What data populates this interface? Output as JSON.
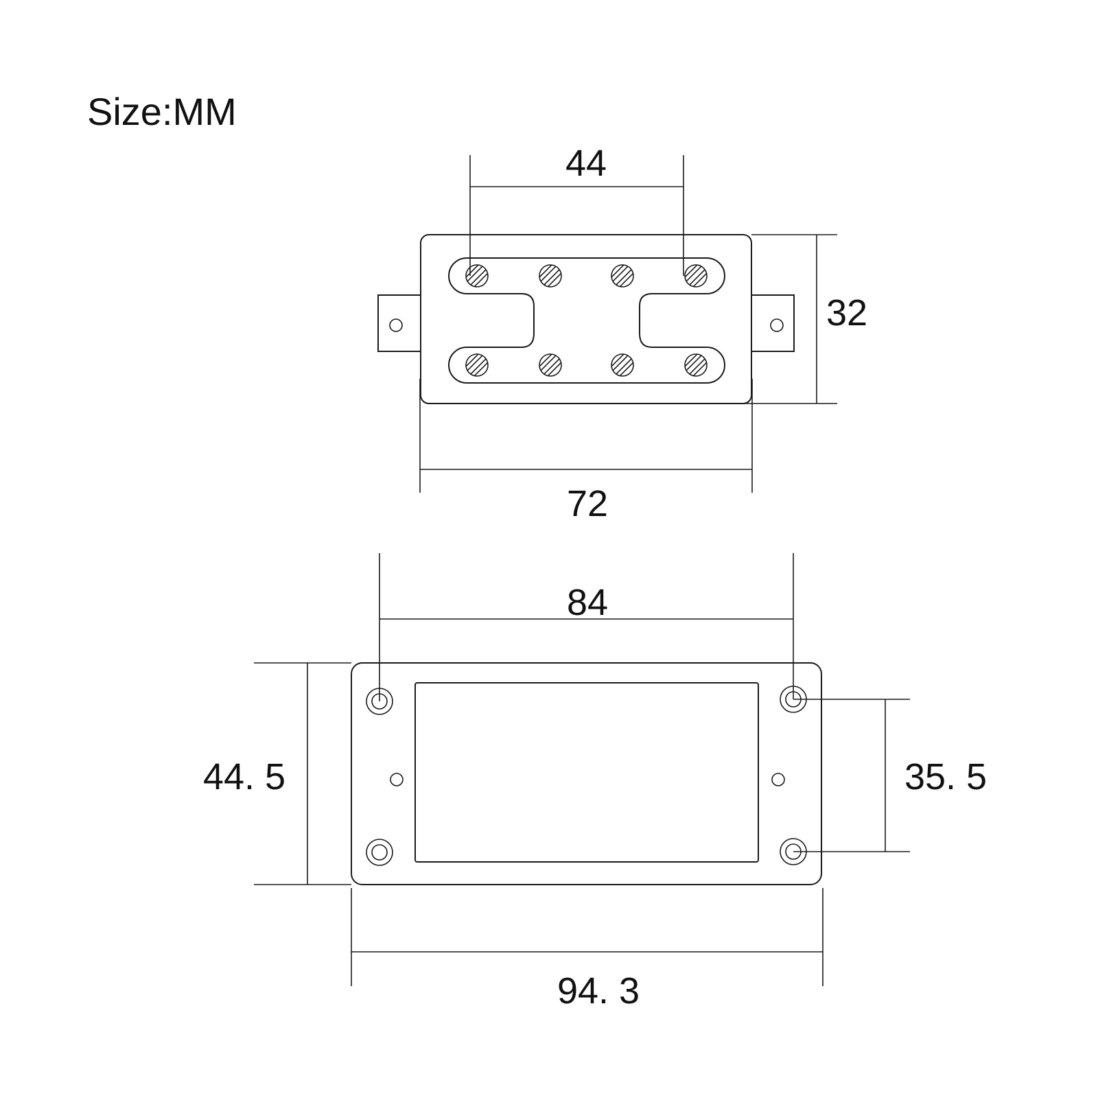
{
  "header": {
    "size_label": "Size:MM"
  },
  "top_view": {
    "pole_spacing": "44",
    "height": "32",
    "width": "72"
  },
  "bottom_view": {
    "mount_spacing": "84",
    "outer_height": "44. 5",
    "mount_vertical": "35. 5",
    "outer_width": "94. 3"
  },
  "colors": {
    "line": "#1a1a1a",
    "background": "#ffffff"
  }
}
